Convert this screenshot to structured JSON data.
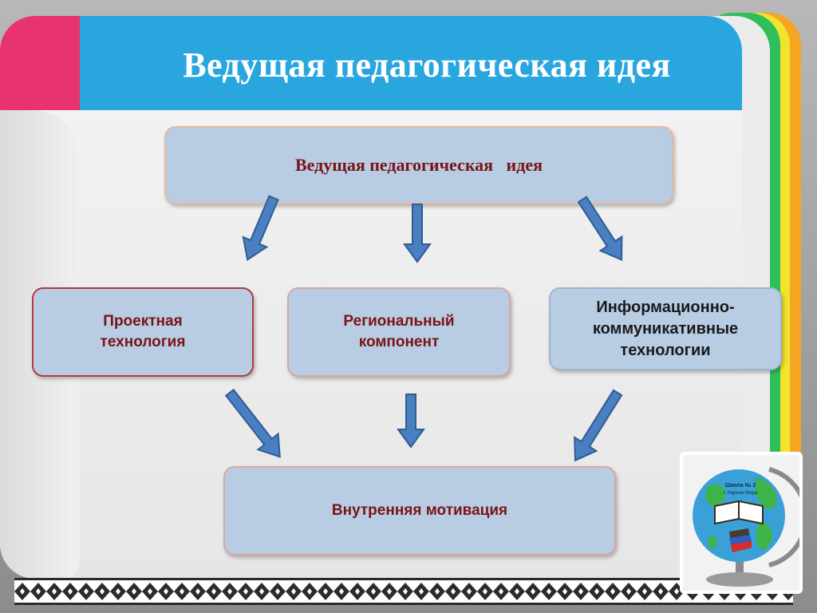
{
  "slide": {
    "title": "Ведущая педагогическая идея"
  },
  "diagram": {
    "top": "Ведущая педагогическая   идея",
    "left_line1": "Проектная",
    "left_line2": "технология",
    "mid_line1": "Региональный",
    "mid_line2": "компонент",
    "right_line1": "Информационно-",
    "right_line2": "коммуникативные",
    "right_line3": "технологии",
    "bottom": "Внутренняя мотивация"
  },
  "logo": {
    "line1": "Школа № 2",
    "line2": "г. Нарьян-Мара"
  },
  "colors": {
    "title_band": "#2aa6df",
    "box_fill": "#b8cce4",
    "box_text": "#7a1414",
    "arrow_fill": "#4a7fc1",
    "arrow_stroke": "#2f5d94"
  }
}
